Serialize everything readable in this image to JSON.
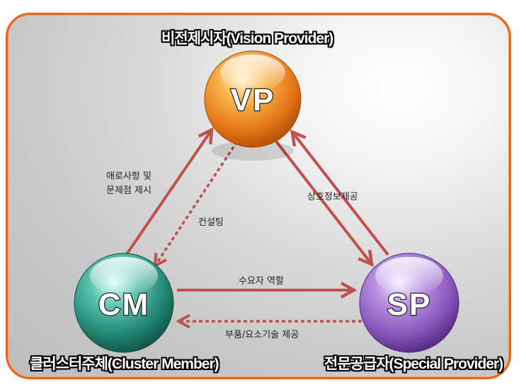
{
  "nodes": {
    "vp": {
      "abbr": "VP",
      "role": "비전제시자(Vision Provider)"
    },
    "cm": {
      "abbr": "CM",
      "role": "클러스터주체(Cluster Member)"
    },
    "sp": {
      "abbr": "SP",
      "role": "전문공급자(Special Provider)"
    }
  },
  "edges": {
    "cm_to_vp": "애로사항 및\n문제점 제시",
    "vp_to_cm": "컨설팅",
    "vp_sp": "상호정보제공",
    "cm_to_sp": "수요자 역할",
    "sp_to_cm": "부품/요소기술 제공"
  },
  "colors": {
    "frame": "#e8641b",
    "arrow": "#c0504d",
    "vp": "#f08a24",
    "cm": "#2e9a86",
    "sp": "#9b69c9"
  }
}
